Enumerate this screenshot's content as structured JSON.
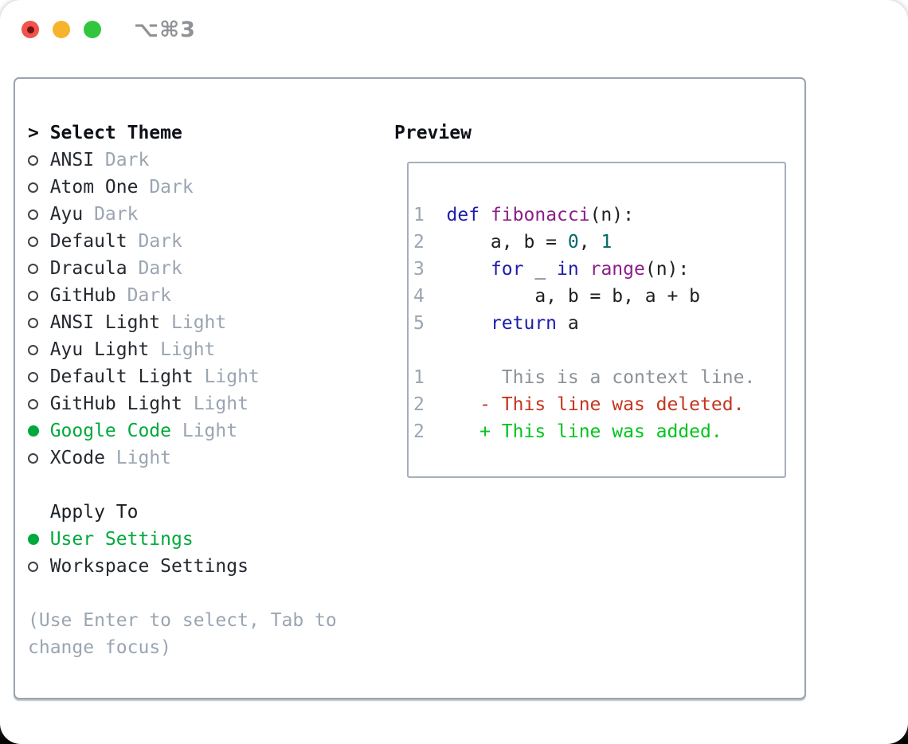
{
  "titlebar": {
    "title": "⌥⌘3",
    "buttons": [
      {
        "name": "close",
        "color": "#f0544e"
      },
      {
        "name": "minimize",
        "color": "#f6b42d"
      },
      {
        "name": "zoom",
        "color": "#31c63e"
      }
    ]
  },
  "theme_panel": {
    "header": {
      "prefix": ">",
      "label": "Select Theme"
    },
    "themes": [
      {
        "name": "ANSI",
        "variant": "Dark",
        "selected": false
      },
      {
        "name": "Atom One",
        "variant": "Dark",
        "selected": false
      },
      {
        "name": "Ayu",
        "variant": "Dark",
        "selected": false
      },
      {
        "name": "Default",
        "variant": "Dark",
        "selected": false
      },
      {
        "name": "Dracula",
        "variant": "Dark",
        "selected": false
      },
      {
        "name": "GitHub",
        "variant": "Dark",
        "selected": false
      },
      {
        "name": "ANSI Light",
        "variant": "Light",
        "selected": false
      },
      {
        "name": "Ayu Light",
        "variant": "Light",
        "selected": false
      },
      {
        "name": "Default Light",
        "variant": "Light",
        "selected": false
      },
      {
        "name": "GitHub Light",
        "variant": "Light",
        "selected": false
      },
      {
        "name": "Google Code",
        "variant": "Light",
        "selected": true
      },
      {
        "name": "XCode",
        "variant": "Light",
        "selected": false
      }
    ],
    "apply_to": {
      "label": "Apply To",
      "options": [
        {
          "name": "User Settings",
          "selected": true
        },
        {
          "name": "Workspace Settings",
          "selected": false
        }
      ]
    },
    "help_lines": [
      "(Use Enter to select, Tab to",
      "change focus)"
    ]
  },
  "preview": {
    "label": "Preview",
    "code_lines": [
      [
        [
          "1  ",
          "ln"
        ],
        [
          "def",
          "kw"
        ],
        [
          " ",
          "pl"
        ],
        [
          "fibonacci",
          "fn"
        ],
        [
          "(n):",
          "pl"
        ]
      ],
      [
        [
          "2  ",
          "ln"
        ],
        [
          "    a, b = ",
          "pl"
        ],
        [
          "0",
          "num"
        ],
        [
          ", ",
          "pl"
        ],
        [
          "1",
          "num"
        ]
      ],
      [
        [
          "3  ",
          "ln"
        ],
        [
          "    ",
          "pl"
        ],
        [
          "for",
          "kw"
        ],
        [
          " _ ",
          "pl"
        ],
        [
          "in",
          "kw"
        ],
        [
          " ",
          "pl"
        ],
        [
          "range",
          "fn"
        ],
        [
          "(n):",
          "pl"
        ]
      ],
      [
        [
          "4  ",
          "ln"
        ],
        [
          "        a, b = b, a + b",
          "pl"
        ]
      ],
      [
        [
          "5  ",
          "ln"
        ],
        [
          "    ",
          "pl"
        ],
        [
          "return",
          "kw"
        ],
        [
          " a",
          "pl"
        ]
      ]
    ],
    "diff_lines": [
      [
        [
          "1  ",
          "ln"
        ],
        [
          "     This is a context line.",
          "ctx"
        ]
      ],
      [
        [
          "2  ",
          "ln"
        ],
        [
          "   - This line was deleted.",
          "del"
        ]
      ],
      [
        [
          "2  ",
          "ln"
        ],
        [
          "   + This line was added.",
          "add"
        ]
      ]
    ]
  },
  "colors": {
    "selection_green": "#00a93c",
    "keyword": "#1d1daa",
    "function_name": "#8a1f8a",
    "number_literal": "#006a6a",
    "code_plain": "#1f1f1f",
    "line_number": "#9aa5b2",
    "muted_gray": "#9aa5b2",
    "diff_context": "#8b9298",
    "diff_deleted": "#c5351f",
    "diff_added": "#00c41e",
    "panel_border": "#9aa4af"
  }
}
